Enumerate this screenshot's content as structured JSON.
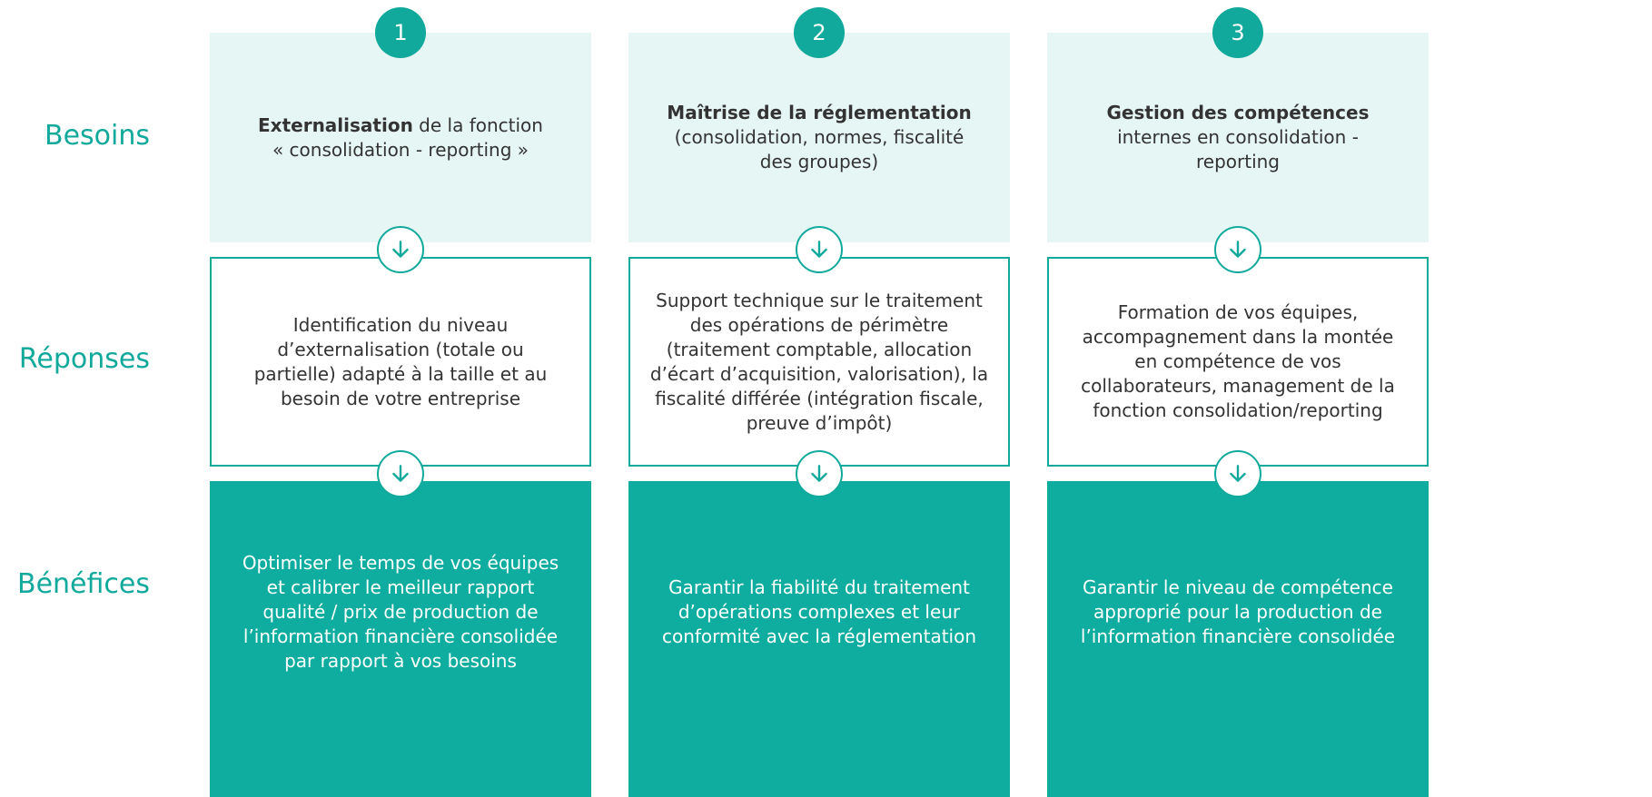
{
  "row_labels": {
    "needs": "Besoins",
    "responses": "Réponses",
    "benefits": "Bénéfices"
  },
  "columns": [
    {
      "number": "1",
      "need_bold": "Externalisation",
      "need_rest": " de la fonction\n« consolidation  - reporting »",
      "response": "Identification du niveau\nd’externalisation (totale ou\npartielle) adapté à la taille et au\nbesoin de votre entreprise",
      "benefit": "Optimiser le temps de vos équipes\net calibrer le meilleur rapport\nqualité / prix de production de\nl’information financière consolidée\npar rapport à vos besoins"
    },
    {
      "number": "2",
      "need_bold": "Maîtrise de la réglementation",
      "need_rest": "\n(consolidation, normes, fiscalité\ndes groupes)",
      "response": "Support technique sur le traitement\ndes opérations de périmètre\n(traitement comptable, allocation\nd’écart d’acquisition, valorisation), la\nfiscalité différée (intégration fiscale,\npreuve d’impôt)",
      "benefit": "Garantir la fiabilité du traitement\nd’opérations complexes et leur\nconformité avec la réglementation"
    },
    {
      "number": "3",
      "need_bold": "Gestion des compétences",
      "need_rest": "\ninternes en consolidation -\nreporting",
      "response": "Formation de vos équipes,\naccompagnement dans la montée\nen compétence de vos\ncollaborateurs, management de la\nfonction consolidation/reporting",
      "benefit": "Garantir le niveau de compétence\napproprié pour la production de\nl’information financière consolidée"
    }
  ],
  "icons": {
    "arrow": "arrow-down-icon"
  },
  "colors": {
    "accent": "#10a99b",
    "need_bg": "#e6f6f4",
    "benefit_bg": "#0fada0"
  }
}
